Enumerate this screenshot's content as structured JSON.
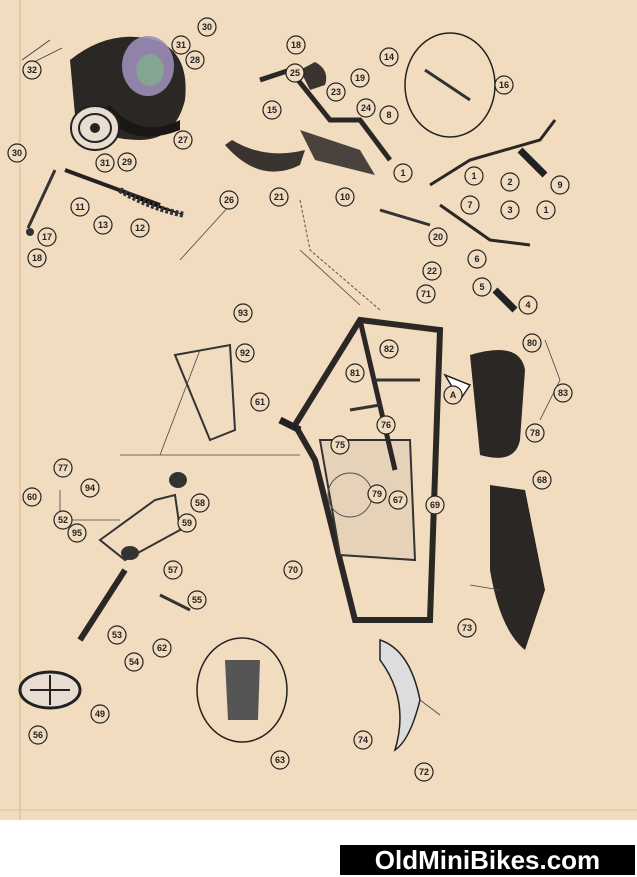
{
  "watermark": {
    "text": "OldMiniBikes.com"
  },
  "callouts": [
    "1",
    "2",
    "3",
    "4",
    "5",
    "6",
    "7",
    "8",
    "9",
    "10",
    "11",
    "12",
    "13",
    "14",
    "15",
    "16",
    "17",
    "18",
    "19",
    "20",
    "21",
    "22",
    "23",
    "24",
    "25",
    "26",
    "27",
    "28",
    "29",
    "30",
    "31",
    "32",
    "49",
    "52",
    "53",
    "54",
    "55",
    "56",
    "57",
    "58",
    "59",
    "60",
    "61",
    "62",
    "63",
    "67",
    "68",
    "69",
    "70",
    "71",
    "72",
    "73",
    "74",
    "75",
    "76",
    "77",
    "78",
    "79",
    "80",
    "81",
    "82",
    "83",
    "92",
    "93",
    "94",
    "95",
    "A"
  ]
}
